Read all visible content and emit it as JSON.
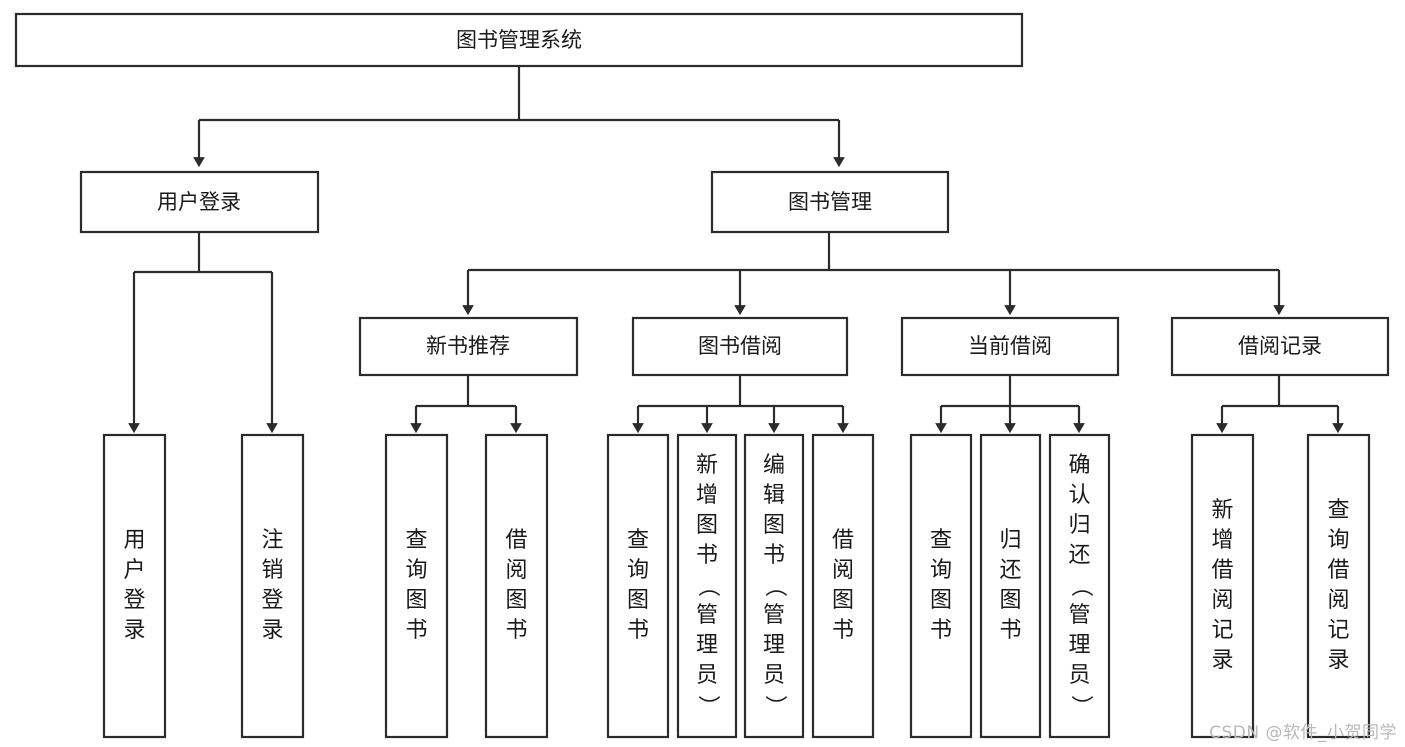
{
  "diagram": {
    "title": "图书管理系统",
    "type": "tree",
    "root": {
      "label": "图书管理系统"
    },
    "level2": [
      {
        "label": "用户登录"
      },
      {
        "label": "图书管理"
      }
    ],
    "level3": [
      {
        "label": "新书推荐"
      },
      {
        "label": "图书借阅"
      },
      {
        "label": "当前借阅"
      },
      {
        "label": "借阅记录"
      }
    ],
    "leaves": {
      "user_login": [
        {
          "label": "用户登录"
        },
        {
          "label": "注销登录"
        }
      ],
      "new_book_recommend": [
        {
          "label": "查询图书"
        },
        {
          "label": "借阅图书"
        }
      ],
      "book_borrow": [
        {
          "label": "查询图书"
        },
        {
          "label": "新增图书（管理员）"
        },
        {
          "label": "编辑图书（管理员）"
        },
        {
          "label": "借阅图书"
        }
      ],
      "current_borrow": [
        {
          "label": "查询图书"
        },
        {
          "label": "归还图书"
        },
        {
          "label": "确认归还（管理员）"
        }
      ],
      "borrow_records": [
        {
          "label": "新增借阅记录"
        },
        {
          "label": "查询借阅记录"
        }
      ]
    }
  },
  "watermark": {
    "text": "CSDN @软件_小贺同学"
  },
  "colors": {
    "stroke": "#2b2b2b",
    "fill": "#ffffff",
    "text": "#1a1a1a",
    "watermark": "#b9b9b9"
  }
}
